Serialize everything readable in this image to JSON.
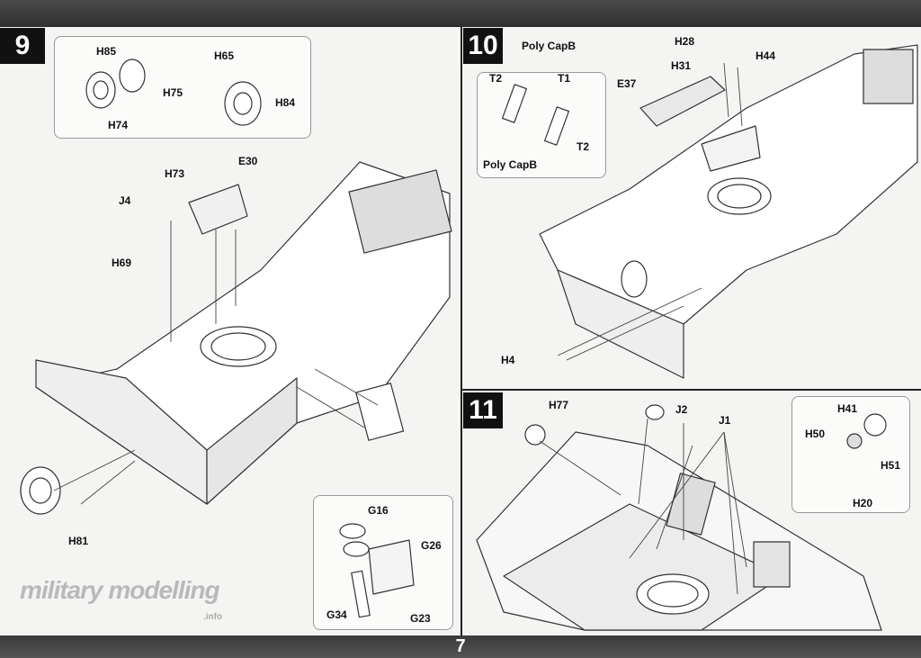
{
  "page_number": "7",
  "steps": {
    "s9": "9",
    "s10": "10",
    "s11": "11"
  },
  "step9": {
    "inset_labels": [
      "H85",
      "H75",
      "H74",
      "H65",
      "H84"
    ],
    "main_labels": [
      "H73",
      "E30",
      "J4",
      "H69",
      "H81"
    ],
    "sub_inset_labels": [
      "G16",
      "G26",
      "G34",
      "G23"
    ]
  },
  "step10": {
    "inset_labels": [
      "Poly CapB",
      "T2",
      "T1",
      "T2",
      "Poly CapB"
    ],
    "main_labels": [
      "H28",
      "H31",
      "H44",
      "E37",
      "H4"
    ]
  },
  "step11": {
    "main_labels": [
      "H77",
      "J2",
      "J1"
    ],
    "inset_labels": [
      "H41",
      "H50",
      "H51",
      "H20"
    ]
  },
  "watermark": {
    "text": "military modelling",
    "sub": ".info"
  }
}
